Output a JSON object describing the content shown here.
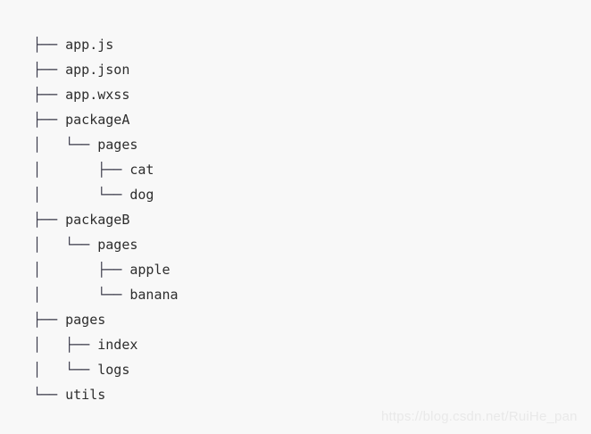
{
  "page": {
    "background_color": "#f8f8f8",
    "text_color": "#2d2d2d",
    "title": "Directory tree listing"
  },
  "tree": {
    "root_label": "",
    "connectors": {
      "tee": "├── ",
      "elbow": "└── ",
      "pipe": "│   ",
      "blank": "    "
    },
    "rows": [
      {
        "prefix": "├── ",
        "label": "app.js",
        "depth": 0,
        "type": "file"
      },
      {
        "prefix": "├── ",
        "label": "app.json",
        "depth": 0,
        "type": "file"
      },
      {
        "prefix": "├── ",
        "label": "app.wxss",
        "depth": 0,
        "type": "file"
      },
      {
        "prefix": "├── ",
        "label": "packageA",
        "depth": 0,
        "type": "directory"
      },
      {
        "prefix": "│   └── ",
        "label": "pages",
        "depth": 1,
        "type": "directory"
      },
      {
        "prefix": "│       ├── ",
        "label": "cat",
        "depth": 2,
        "type": "directory"
      },
      {
        "prefix": "│       └── ",
        "label": "dog",
        "depth": 2,
        "type": "directory"
      },
      {
        "prefix": "├── ",
        "label": "packageB",
        "depth": 0,
        "type": "directory"
      },
      {
        "prefix": "│   └── ",
        "label": "pages",
        "depth": 1,
        "type": "directory"
      },
      {
        "prefix": "│       ├── ",
        "label": "apple",
        "depth": 2,
        "type": "directory"
      },
      {
        "prefix": "│       └── ",
        "label": "banana",
        "depth": 2,
        "type": "directory"
      },
      {
        "prefix": "├── ",
        "label": "pages",
        "depth": 0,
        "type": "directory"
      },
      {
        "prefix": "│   ├── ",
        "label": "index",
        "depth": 1,
        "type": "directory"
      },
      {
        "prefix": "│   └── ",
        "label": "logs",
        "depth": 1,
        "type": "directory"
      },
      {
        "prefix": "└── ",
        "label": "utils",
        "depth": 0,
        "type": "directory"
      }
    ]
  },
  "watermark": {
    "text": "https://blog.csdn.net/RuiHe_pan",
    "color": "#e9e9e9"
  }
}
